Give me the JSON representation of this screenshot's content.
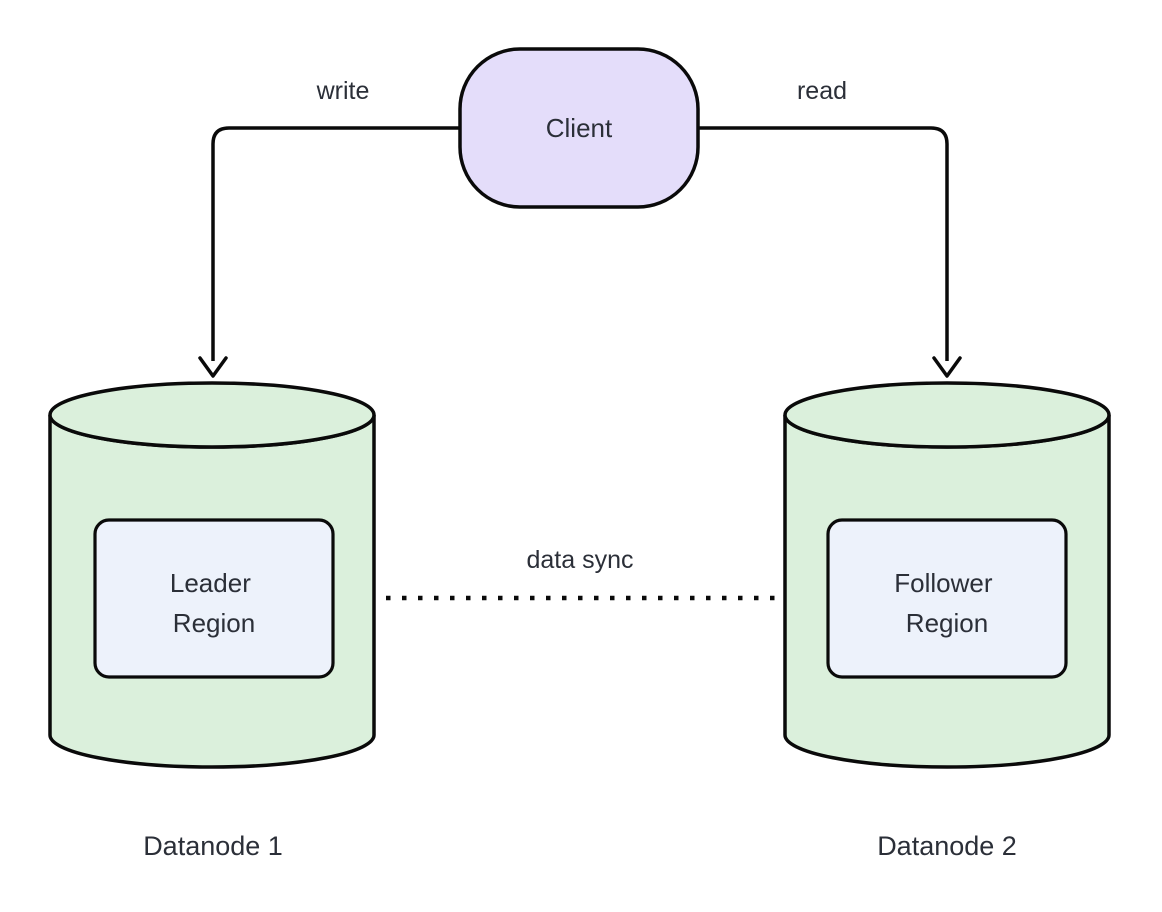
{
  "diagram": {
    "client": {
      "label": "Client"
    },
    "edges": {
      "write": {
        "label": "write"
      },
      "read": {
        "label": "read"
      },
      "sync": {
        "label": "data sync"
      }
    },
    "datanode1": {
      "caption": "Datanode 1",
      "region": {
        "line1": "Leader",
        "line2": "Region"
      }
    },
    "datanode2": {
      "caption": "Datanode 2",
      "region": {
        "line1": "Follower",
        "line2": "Region"
      }
    }
  },
  "colors": {
    "client_fill": "#e4ddfa",
    "cylinder_fill": "#dbf0dc",
    "region_fill": "#edf2fb",
    "stroke": "#0a0a0a",
    "text_color": "#2b2f38"
  }
}
